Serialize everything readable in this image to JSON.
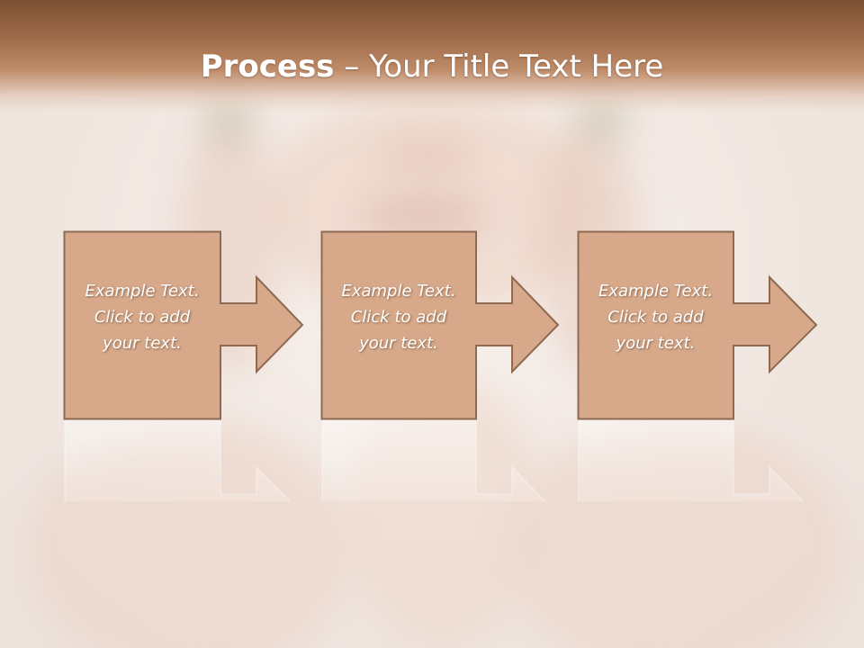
{
  "slide": {
    "title_bold": "Process",
    "title_rest": " – Your Title Text Here"
  },
  "steps": [
    {
      "text": "Example Text.\nClick  to add\nyour text."
    },
    {
      "text": "Example Text.\nClick  to add\nyour text."
    },
    {
      "text": "Example Text.\nClick  to add\nyour text."
    }
  ],
  "colors": {
    "header_dark": "#7b5032",
    "box_fill": "#d7a98a",
    "box_border": "#8e6a52"
  }
}
